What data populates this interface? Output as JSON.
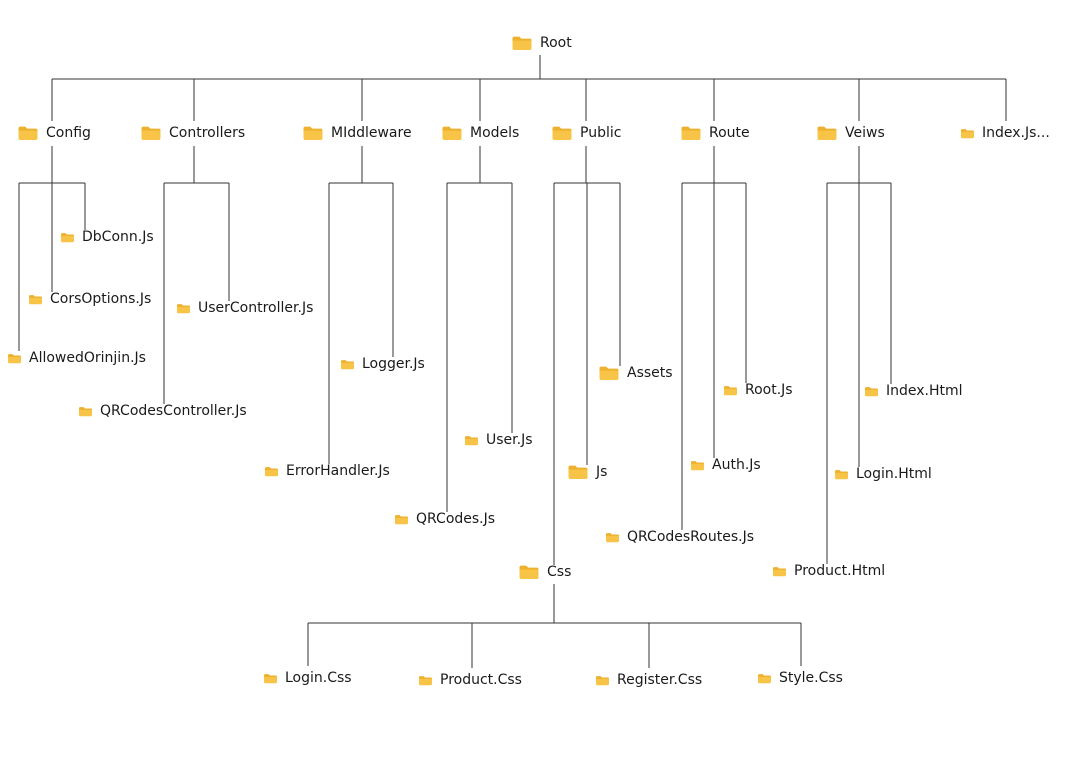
{
  "tree": {
    "line_color": "#333333",
    "folder_color": "#F8C447",
    "folder_tab_color": "#EDB12E",
    "nodes": [
      {
        "id": "root",
        "label": "Root",
        "icon": "folder-icon"
      },
      {
        "id": "config",
        "label": "Config",
        "icon": "folder-icon"
      },
      {
        "id": "controllers",
        "label": "Controllers",
        "icon": "folder-icon"
      },
      {
        "id": "middleware",
        "label": "MIddleware",
        "icon": "folder-icon"
      },
      {
        "id": "models",
        "label": "Models",
        "icon": "folder-icon"
      },
      {
        "id": "public",
        "label": "Public",
        "icon": "folder-icon"
      },
      {
        "id": "route",
        "label": "Route",
        "icon": "folder-icon"
      },
      {
        "id": "veiws",
        "label": "Veiws",
        "icon": "folder-icon"
      },
      {
        "id": "index-js",
        "label": "Index.Js...",
        "icon": "file-icon"
      },
      {
        "id": "dbconn",
        "label": "DbConn.Js",
        "icon": "file-icon"
      },
      {
        "id": "corsoptions",
        "label": "CorsOptions.Js",
        "icon": "file-icon"
      },
      {
        "id": "allowedorinjin",
        "label": "AllowedOrinjin.Js",
        "icon": "file-icon"
      },
      {
        "id": "usercontroller",
        "label": "UserController.Js",
        "icon": "file-icon"
      },
      {
        "id": "qrcodescontroller",
        "label": "QRCodesController.Js",
        "icon": "file-icon"
      },
      {
        "id": "logger",
        "label": "Logger.Js",
        "icon": "file-icon"
      },
      {
        "id": "errorhandler",
        "label": "ErrorHandler.Js",
        "icon": "file-icon"
      },
      {
        "id": "user-js",
        "label": "User.Js",
        "icon": "file-icon"
      },
      {
        "id": "qrcodes-js",
        "label": "QRCodes.Js",
        "icon": "file-icon"
      },
      {
        "id": "assets",
        "label": "Assets",
        "icon": "folder-icon"
      },
      {
        "id": "js",
        "label": "Js",
        "icon": "folder-icon"
      },
      {
        "id": "css",
        "label": "Css",
        "icon": "folder-icon"
      },
      {
        "id": "root-js",
        "label": "Root.Js",
        "icon": "file-icon"
      },
      {
        "id": "auth-js",
        "label": "Auth.Js",
        "icon": "file-icon"
      },
      {
        "id": "qrcodesroutes",
        "label": "QRCodesRoutes.Js",
        "icon": "file-icon"
      },
      {
        "id": "index-html",
        "label": "Index.Html",
        "icon": "file-icon"
      },
      {
        "id": "login-html",
        "label": "Login.Html",
        "icon": "file-icon"
      },
      {
        "id": "product-html",
        "label": "Product.Html",
        "icon": "file-icon"
      },
      {
        "id": "login-css",
        "label": "Login.Css",
        "icon": "file-icon"
      },
      {
        "id": "product-css",
        "label": "Product.Css",
        "icon": "file-icon"
      },
      {
        "id": "register-css",
        "label": "Register.Css",
        "icon": "file-icon"
      },
      {
        "id": "style-css",
        "label": "Style.Css",
        "icon": "file-icon"
      }
    ],
    "edges": [
      {
        "from": "root",
        "to": "config"
      },
      {
        "from": "root",
        "to": "controllers"
      },
      {
        "from": "root",
        "to": "middleware"
      },
      {
        "from": "root",
        "to": "models"
      },
      {
        "from": "root",
        "to": "public"
      },
      {
        "from": "root",
        "to": "route"
      },
      {
        "from": "root",
        "to": "veiws"
      },
      {
        "from": "root",
        "to": "index-js"
      },
      {
        "from": "config",
        "to": "dbconn"
      },
      {
        "from": "config",
        "to": "corsoptions"
      },
      {
        "from": "config",
        "to": "allowedorinjin"
      },
      {
        "from": "controllers",
        "to": "usercontroller"
      },
      {
        "from": "controllers",
        "to": "qrcodescontroller"
      },
      {
        "from": "middleware",
        "to": "logger"
      },
      {
        "from": "middleware",
        "to": "errorhandler"
      },
      {
        "from": "models",
        "to": "user-js"
      },
      {
        "from": "models",
        "to": "qrcodes-js"
      },
      {
        "from": "public",
        "to": "assets"
      },
      {
        "from": "public",
        "to": "js"
      },
      {
        "from": "public",
        "to": "css"
      },
      {
        "from": "route",
        "to": "root-js"
      },
      {
        "from": "route",
        "to": "auth-js"
      },
      {
        "from": "route",
        "to": "qrcodesroutes"
      },
      {
        "from": "veiws",
        "to": "index-html"
      },
      {
        "from": "veiws",
        "to": "login-html"
      },
      {
        "from": "veiws",
        "to": "product-html"
      },
      {
        "from": "css",
        "to": "login-css"
      },
      {
        "from": "css",
        "to": "product-css"
      },
      {
        "from": "css",
        "to": "register-css"
      },
      {
        "from": "css",
        "to": "style-css"
      }
    ]
  }
}
